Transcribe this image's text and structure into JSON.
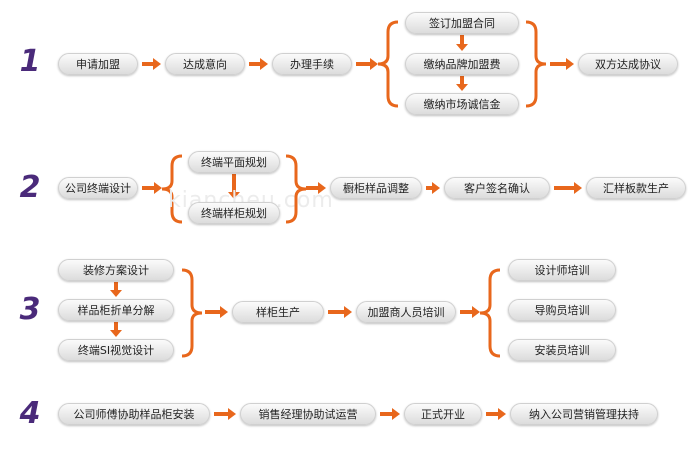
{
  "rows": [
    {
      "step": "1",
      "nodes": [
        {
          "id": "r1a",
          "label": "申请加盟"
        },
        {
          "id": "r1b",
          "label": "达成意向"
        },
        {
          "id": "r1c",
          "label": "办理手续"
        },
        {
          "id": "r1d1",
          "label": "签订加盟合同"
        },
        {
          "id": "r1d2",
          "label": "缴纳品牌加盟费"
        },
        {
          "id": "r1d3",
          "label": "缴纳市场诚信金"
        },
        {
          "id": "r1e",
          "label": "双方达成协议"
        }
      ]
    },
    {
      "step": "2",
      "nodes": [
        {
          "id": "r2a",
          "label": "公司终端设计"
        },
        {
          "id": "r2b1",
          "label": "终端平面规划"
        },
        {
          "id": "r2b2",
          "label": "终端样柜规划"
        },
        {
          "id": "r2c",
          "label": "橱柜样品调整"
        },
        {
          "id": "r2d",
          "label": "客户签名确认"
        },
        {
          "id": "r2e",
          "label": "汇样板款生产"
        }
      ]
    },
    {
      "step": "3",
      "nodes": [
        {
          "id": "r3a1",
          "label": "装修方案设计"
        },
        {
          "id": "r3a2",
          "label": "样品柜折单分解"
        },
        {
          "id": "r3a3",
          "label": "终端SI视觉设计"
        },
        {
          "id": "r3b",
          "label": "样柜生产"
        },
        {
          "id": "r3c",
          "label": "加盟商人员培训"
        },
        {
          "id": "r3d1",
          "label": "设计师培训"
        },
        {
          "id": "r3d2",
          "label": "导购员培训"
        },
        {
          "id": "r3d3",
          "label": "安装员培训"
        }
      ]
    },
    {
      "step": "4",
      "nodes": [
        {
          "id": "r4a",
          "label": "公司师傅协助样品柜安装"
        },
        {
          "id": "r4b",
          "label": "销售经理协助试运营"
        },
        {
          "id": "r4c",
          "label": "正式开业"
        },
        {
          "id": "r4d",
          "label": "纳入公司营销管理扶持"
        }
      ]
    }
  ],
  "watermark": "kiancheu.com",
  "colors": {
    "arrow": "#e8671c",
    "step": "#4a2a7a"
  }
}
